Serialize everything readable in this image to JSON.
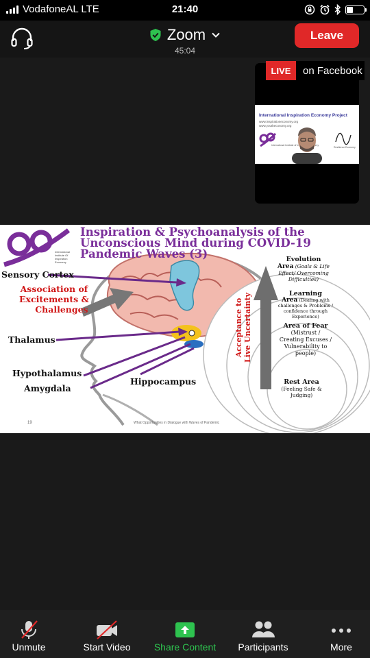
{
  "status_bar": {
    "carrier": "VodafoneAL  LTE",
    "time": "21:40"
  },
  "meeting": {
    "name": "Zoom",
    "elapsed": "45:04",
    "leave_label": "Leave",
    "shield_color": "#2ec24f"
  },
  "thumbnail": {
    "live_badge": "LIVE",
    "live_target": "on Facebook",
    "slide_title": "International Inspiration Economy Project",
    "url_1": "www.inspirationeconomy.org",
    "url_2": "www.youtheconomy.org",
    "inst_caption": "International Institute of Inspiration Economy",
    "right_caption": "Resilience Economy"
  },
  "slide": {
    "title_lines": [
      "Inspiration & Psychoanalysis of the",
      "Unconscious Mind during COVID-19",
      "Pandemic Waves (3)"
    ],
    "institute_lines": [
      "International",
      "Institute Of",
      "Inspiration",
      "Economy"
    ],
    "sensory_cortex": "Sensory Cortex",
    "association_lines": [
      "Association of",
      "Excitements &",
      "Challenges"
    ],
    "thalamus": "Thalamus",
    "hypothalamus": "Hypothalamus",
    "amygdala": "Amygdala",
    "hippocampus": "Hippocampus",
    "acceptance_lines": [
      "Acceptance to",
      "Live Uncertainty"
    ],
    "areas": {
      "evolution": {
        "name": "Evolution",
        "desc_1": "Area",
        "desc_2": "(Goals & Life",
        "desc_3": "Effect/ Overcoming",
        "desc_4": "Difficulties)"
      },
      "learning": {
        "name": "Learning",
        "desc_1": "Area",
        "desc_2": "(Dealing with",
        "desc_3": "challenges & Problems /",
        "desc_4": "confidence through",
        "desc_5": "Experience)"
      },
      "fear": {
        "name": "Area of Fear",
        "desc_1": "(Mistrust /",
        "desc_2": "Creating Excuses /",
        "desc_3": "Vulnerability to",
        "desc_4": "people)"
      },
      "rest": {
        "name": "Rest Area",
        "desc_1": "(Feeling Safe &",
        "desc_2": "Judging)"
      }
    },
    "page_number": "19",
    "footer": "What Opportunities in Dialogue with Waves of Pandemic"
  },
  "toolbar": {
    "unmute": "Unmute",
    "start_video": "Start Video",
    "share_content": "Share Content",
    "participants": "Participants",
    "more": "More",
    "share_color": "#2ec24f"
  }
}
